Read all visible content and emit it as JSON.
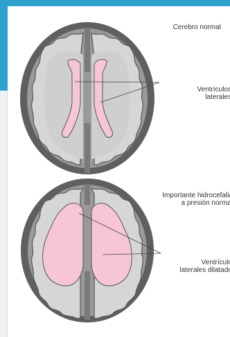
{
  "colors": {
    "accent": "#2ea2cc",
    "skull": "#5f5f5f",
    "brain_fill": "#d6d6d6",
    "cortex": "#7d7d7d",
    "ventricle": "#f6c6d6"
  },
  "icons": [
    "brain-normal-illustration",
    "brain-hydrocephalus-illustration"
  ],
  "panels": {
    "normal": {
      "title": "Cerebro normal",
      "label": "Ventrículos\nlaterales"
    },
    "hydrocephalus": {
      "title": "Importante hidrocefalia\na presión normal",
      "label": "Ventrículos\nlaterales dilatados"
    }
  }
}
